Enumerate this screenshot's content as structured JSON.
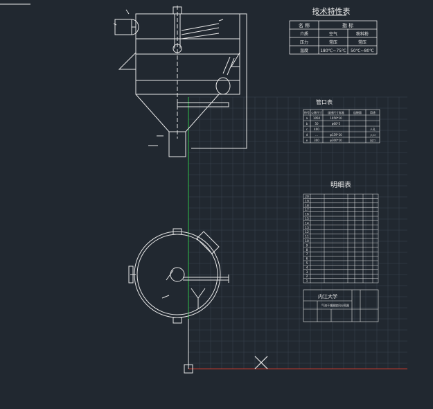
{
  "colors": {
    "background": "#212830",
    "line": "#e8e8e8",
    "grid": "#3a4550",
    "axis_green": "#2fbf4a",
    "axis_red": "#c0392b"
  },
  "tech_table": {
    "title": "技术特性表",
    "header": [
      "名 称",
      "指 标"
    ],
    "rows": [
      [
        "介质",
        "空气",
        "粉料粉"
      ],
      [
        "压力",
        "常压",
        "常压"
      ],
      [
        "温度",
        "180℃~75℃",
        "50℃~80℃"
      ]
    ]
  },
  "nozzle_table": {
    "title": "管口表",
    "header": [
      "符号",
      "公称尺寸",
      "连接尺寸标准",
      "连接面",
      "用途"
    ],
    "rows": [
      [
        "a",
        "1050",
        "1050*10",
        "",
        ""
      ],
      [
        "b",
        "50",
        "φ60*5",
        "",
        ""
      ],
      [
        "c",
        "400",
        "",
        "",
        "人孔"
      ],
      [
        "d",
        "…",
        "φ159*10",
        "",
        "入口"
      ],
      [
        "e",
        "300",
        "φ300*10",
        "",
        "出口"
      ]
    ]
  },
  "parts_list": {
    "title": "明细表",
    "row_numbers": [
      "20",
      "19",
      "18",
      "17",
      "16",
      "15",
      "14",
      "13",
      "12",
      "11",
      "10",
      "9",
      "8",
      "7",
      "6",
      "5",
      "4",
      "3",
      "2",
      "1"
    ]
  },
  "title_block": {
    "school": "内江大学",
    "drawing_name": "气流干燥器旋风分离器"
  }
}
